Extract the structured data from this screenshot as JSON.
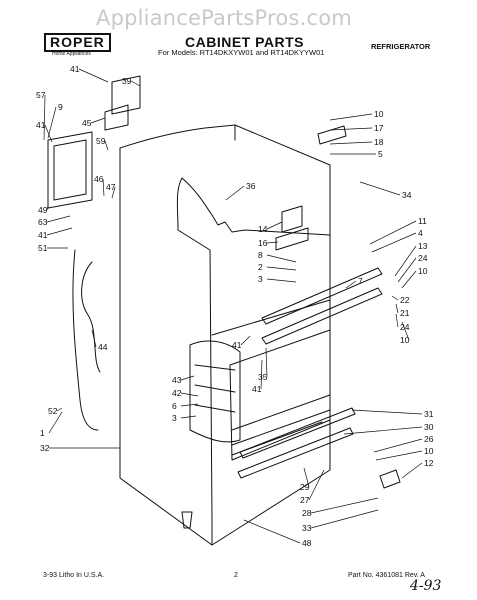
{
  "watermark": "AppliancePartsPros.com",
  "brand": {
    "name": "ROPER",
    "sub": "Home Appliances"
  },
  "header": {
    "title": "CABINET PARTS",
    "models": "For Models: RT14DKXYW01 and RT14DKYYW01",
    "category": "REFRIGERATOR"
  },
  "footer": {
    "printed": "3-93 Litho In U.S.A.",
    "page": "2",
    "part_number": "Part No. 4361081  Rev. A",
    "handwritten_date": "4-93"
  },
  "callouts": [
    "41",
    "39",
    "57",
    "9",
    "41",
    "45",
    "59",
    "46",
    "47",
    "49",
    "63",
    "41",
    "51",
    "44",
    "36",
    "10",
    "17",
    "18",
    "5",
    "34",
    "14",
    "16",
    "8",
    "2",
    "3",
    "11",
    "4",
    "13",
    "24",
    "10",
    "7",
    "22",
    "21",
    "24",
    "10",
    "41",
    "43",
    "42",
    "6",
    "3",
    "35",
    "41",
    "52",
    "1",
    "32",
    "31",
    "30",
    "26",
    "10",
    "12",
    "29",
    "27",
    "28",
    "33",
    "48"
  ]
}
